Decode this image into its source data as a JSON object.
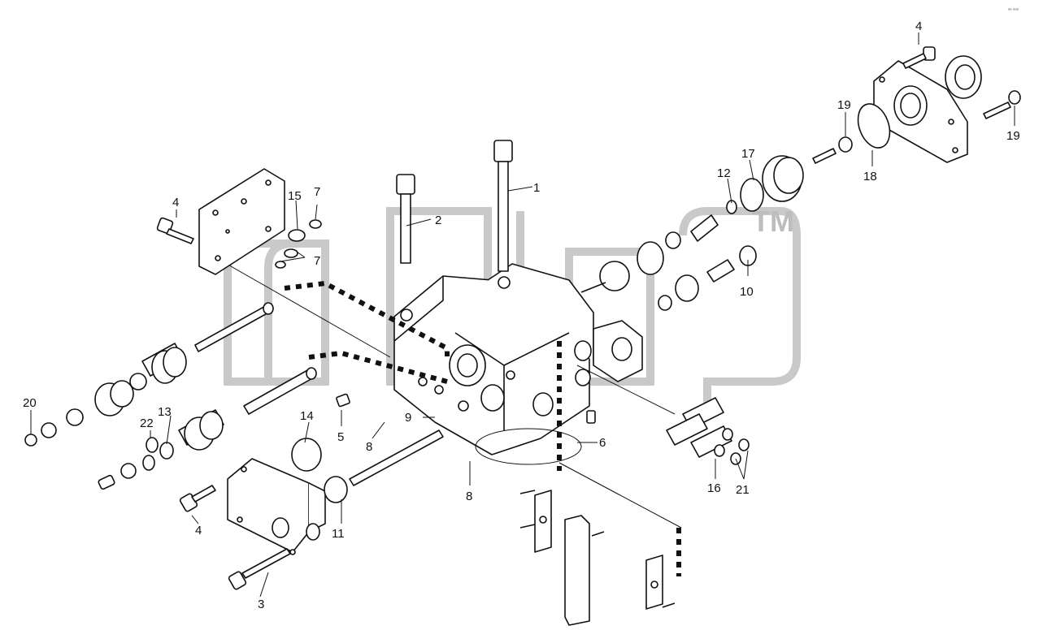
{
  "watermark": {
    "trademark": "TM"
  },
  "corner_tag": "ᵃᵃ ᵃᵃᵃ",
  "callouts": {
    "c1": "1",
    "c2": "2",
    "c3": "3",
    "c4_top": "4",
    "c4_left": "4",
    "c4_bottom": "4",
    "c5": "5",
    "c6": "6",
    "c7_top": "7",
    "c7_mid": "7",
    "c8_mid": "8",
    "c8_bottom": "8",
    "c9": "9",
    "c10": "10",
    "c11": "11",
    "c12": "12",
    "c13": "13",
    "c14": "14",
    "c15": "15",
    "c16": "16",
    "c17": "17",
    "c18": "18",
    "c19_left": "19",
    "c19_right": "19",
    "c20": "20",
    "c21": "21",
    "c22": "22"
  }
}
